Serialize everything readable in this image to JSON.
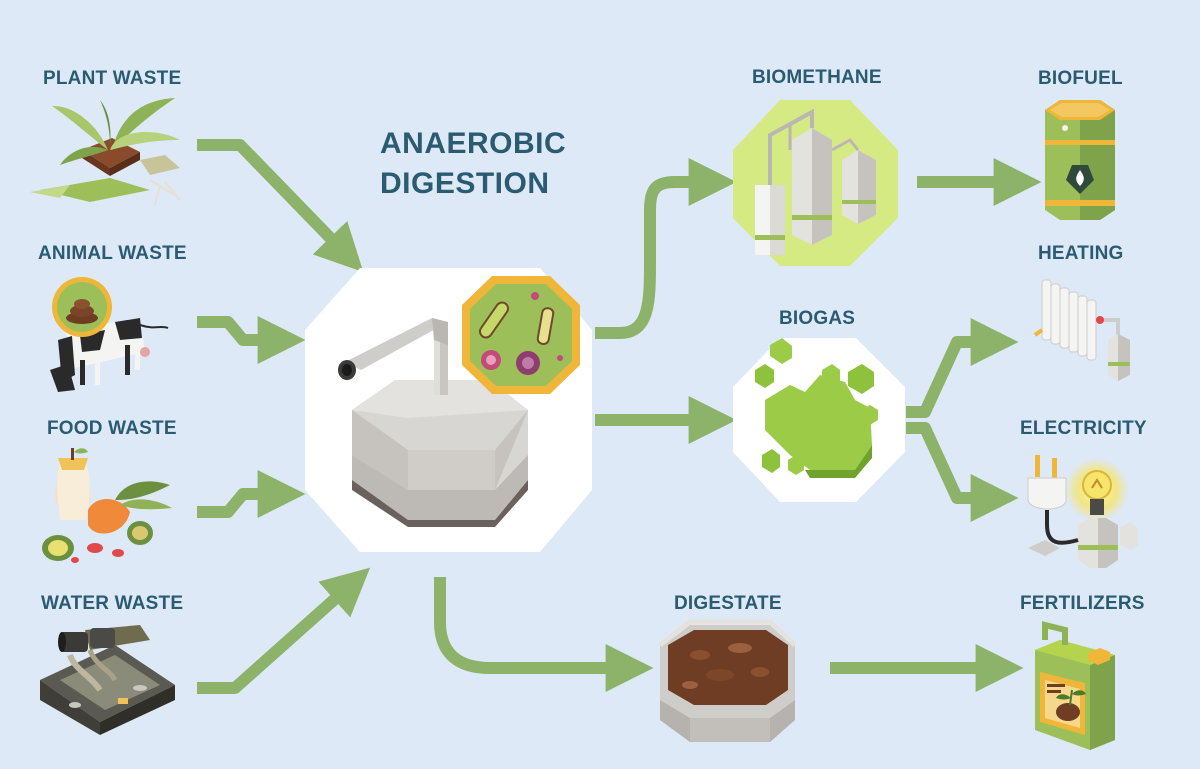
{
  "title": {
    "line1": "ANAEROBIC",
    "line2": "DIGESTION"
  },
  "inputs": {
    "plant_waste": "PLANT WASTE",
    "animal_waste": "ANIMAL WASTE",
    "food_waste": "FOOD WASTE",
    "water_waste": "WATER WASTE"
  },
  "products": {
    "biomethane": "BIOMETHANE",
    "biogas": "BIOGAS",
    "digestate": "DIGESTATE"
  },
  "outputs": {
    "biofuel": "BIOFUEL",
    "heating": "HEATING",
    "electricity": "ELECTRICITY",
    "fertilizers": "FERTILIZERS"
  },
  "colors": {
    "background": "#dde9f7",
    "text": "#2b5b70",
    "arrow": "#8db36a",
    "accent_green": "#b4d44e",
    "lime_disc": "#d6ea83",
    "bacteria_ring": "#f0b63a",
    "tank_grey": "#cfcdca",
    "soil_brown": "#6e3d24"
  },
  "icons": [
    "plant-icon",
    "cow-icon",
    "food-scraps-icon",
    "sewage-pipe-icon",
    "digester-tank-icon",
    "bacteria-icon",
    "biomethane-tanks-icon",
    "biogas-cloud-icon",
    "digestate-tank-icon",
    "fuel-barrel-icon",
    "radiator-icon",
    "light-bulb-plug-icon",
    "fertilizer-can-icon"
  ]
}
